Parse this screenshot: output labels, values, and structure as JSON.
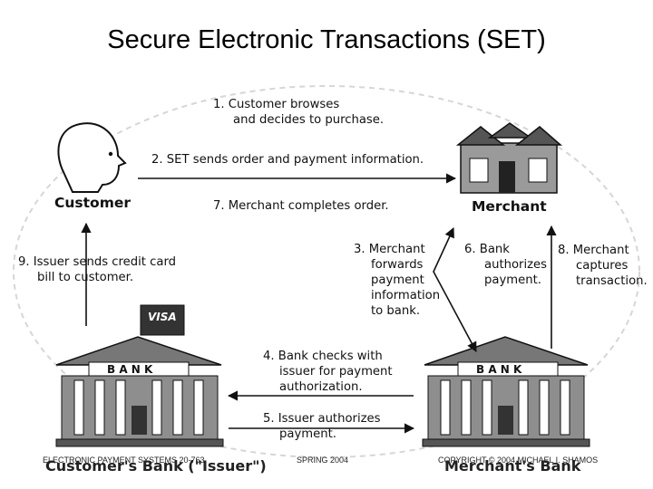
{
  "title": "Secure Electronic Transactions (SET)",
  "parties": {
    "customer": "Customer",
    "merchant": "Merchant",
    "customers_bank": "Customer's Bank (\"Issuer\")",
    "merchants_bank": "Merchant's Bank"
  },
  "buildings": {
    "visa_card": "VISA",
    "bank_sign_left": "B A N K",
    "bank_sign_right": "B A N K"
  },
  "steps": [
    {
      "lines": [
        "1. Customer browses",
        "and decides to purchase."
      ]
    },
    {
      "lines": [
        "2. SET sends order and payment information."
      ]
    },
    {
      "lines": [
        "7. Merchant completes order."
      ]
    },
    {
      "lines": [
        "3. Merchant",
        "forwards",
        "payment",
        "information",
        "to bank."
      ]
    },
    {
      "lines": [
        "6. Bank",
        "authorizes",
        "payment."
      ]
    },
    {
      "lines": [
        "8. Merchant",
        "captures",
        "transaction."
      ]
    },
    {
      "lines": [
        "9. Issuer sends credit card",
        "bill to customer."
      ]
    },
    {
      "lines": [
        "4. Bank checks with",
        "issuer for payment",
        "authorization."
      ]
    },
    {
      "lines": [
        "5. Issuer authorizes",
        "payment."
      ]
    }
  ],
  "footer": {
    "left": "ELECTRONIC PAYMENT SYSTEMS 20-763",
    "center": "SPRING 2004",
    "right": "COPYRIGHT © 2004 MICHAEL I. SHAMOS"
  }
}
